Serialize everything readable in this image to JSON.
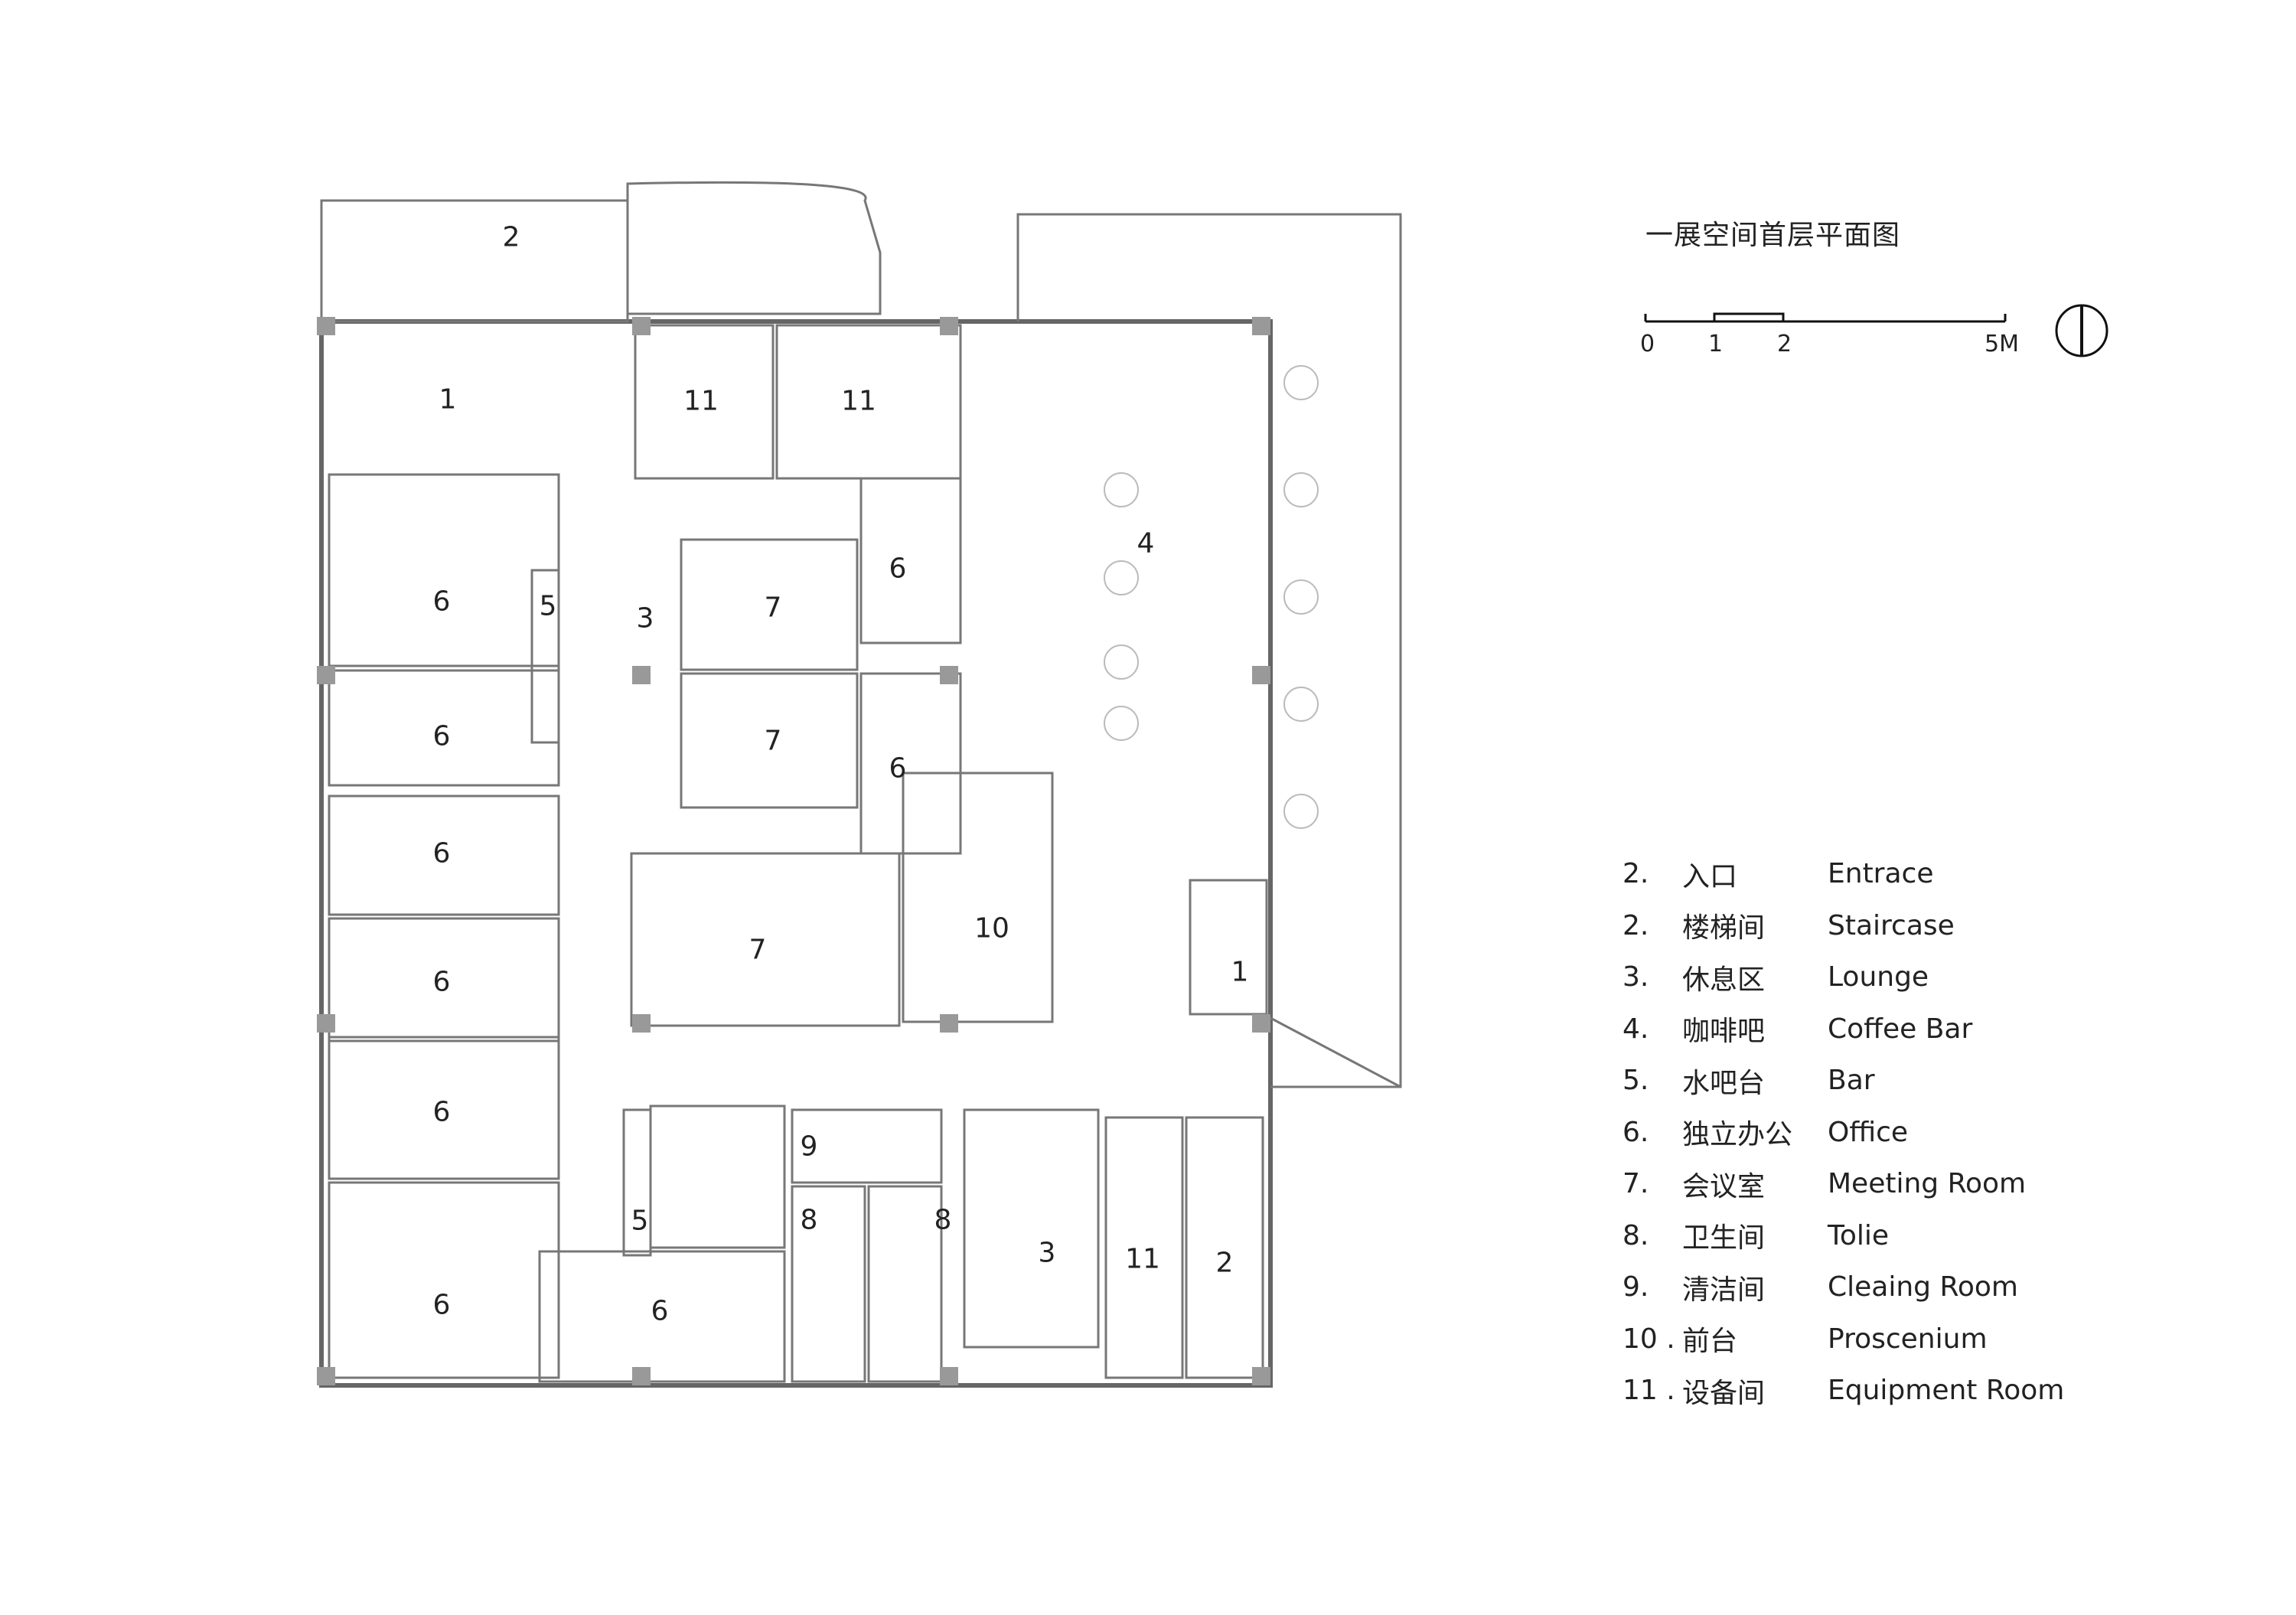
{
  "title": "一展空间首层平面图",
  "scale_bar": {
    "labels": [
      "0",
      "1",
      "2",
      "5M"
    ]
  },
  "rooms": [
    {
      "no": "1"
    },
    {
      "no": "1"
    },
    {
      "no": "2"
    },
    {
      "no": "2"
    },
    {
      "no": "3"
    },
    {
      "no": "3"
    },
    {
      "no": "4"
    },
    {
      "no": "5"
    },
    {
      "no": "5"
    },
    {
      "no": "6"
    },
    {
      "no": "6"
    },
    {
      "no": "6"
    },
    {
      "no": "6"
    },
    {
      "no": "6"
    },
    {
      "no": "6"
    },
    {
      "no": "6"
    },
    {
      "no": "6"
    },
    {
      "no": "6"
    },
    {
      "no": "7"
    },
    {
      "no": "7"
    },
    {
      "no": "7"
    },
    {
      "no": "8"
    },
    {
      "no": "8"
    },
    {
      "no": "9"
    },
    {
      "no": "10"
    },
    {
      "no": "11"
    },
    {
      "no": "11"
    },
    {
      "no": "11"
    }
  ],
  "legend": [
    {
      "no": "2.",
      "cn": "入口",
      "en": "Entrace"
    },
    {
      "no": "2.",
      "cn": "楼梯间",
      "en": "Staircase"
    },
    {
      "no": "3.",
      "cn": "休息区",
      "en": "Lounge"
    },
    {
      "no": "4.",
      "cn": "咖啡吧",
      "en": "Coffee Bar"
    },
    {
      "no": "5.",
      "cn": "水吧台",
      "en": "Bar"
    },
    {
      "no": "6.",
      "cn": "独立办公",
      "en": "Office"
    },
    {
      "no": "7.",
      "cn": "会议室",
      "en": "Meeting  Room"
    },
    {
      "no": "8.",
      "cn": "卫生间",
      "en": "Tolie"
    },
    {
      "no": "9.",
      "cn": "清洁间",
      "en": "Cleaing  Room"
    },
    {
      "no": "10 .",
      "cn": "前台",
      "en": "Proscenium"
    },
    {
      "no": "11 .",
      "cn": "设备间",
      "en": "Equipment Room"
    }
  ]
}
